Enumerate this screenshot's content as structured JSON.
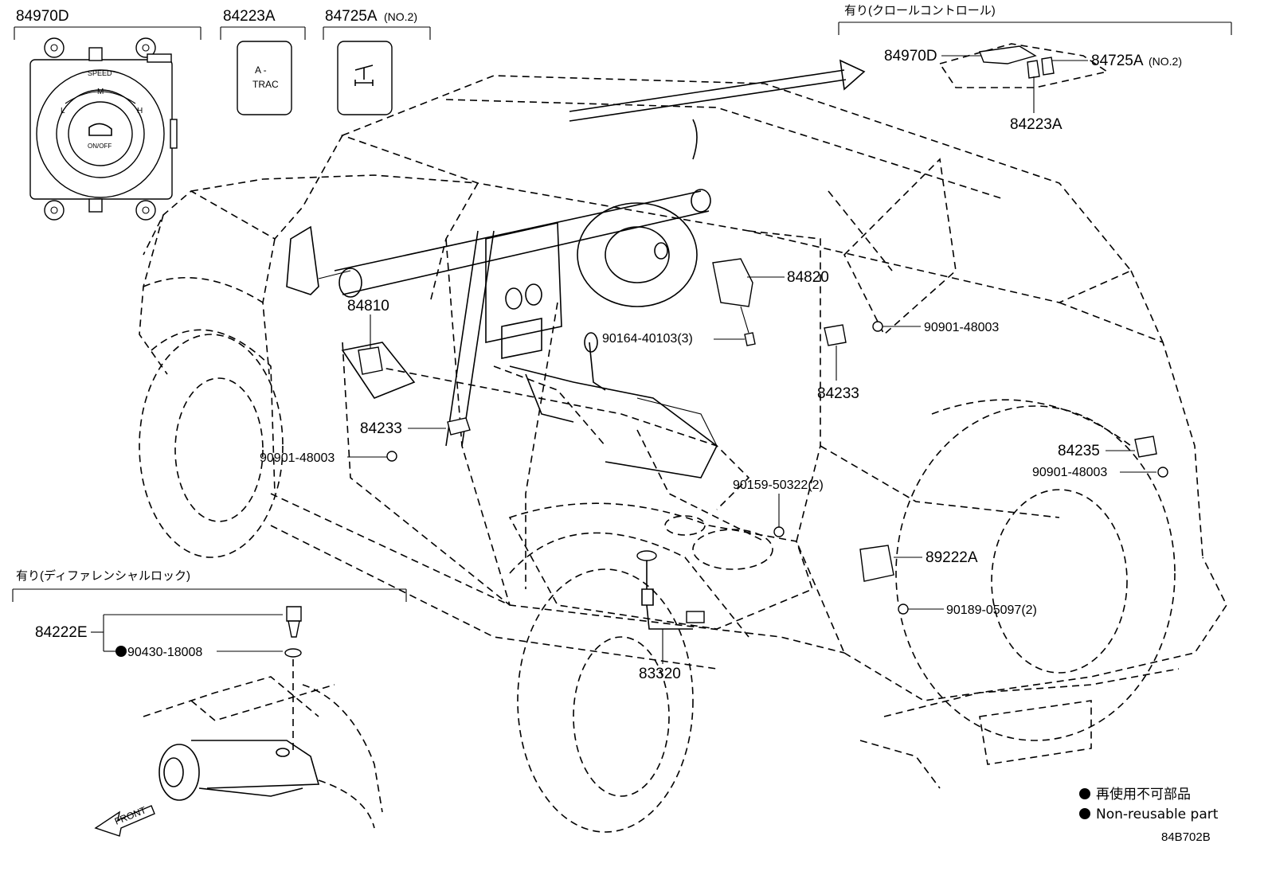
{
  "labels": {
    "p84970D_top": "84970D",
    "p84223A_top": "84223A",
    "p84725A_top": "84725A",
    "no2_top": "(NO.2)",
    "crawl_header": "有り(クロールコントロール)",
    "p84970D_inset": "84970D",
    "p84725A_inset": "84725A",
    "no2_inset": "(NO.2)",
    "p84223A_inset": "84223A",
    "p84820": "84820",
    "p84810": "84810",
    "p90164": "90164-40103(3)",
    "p90901_a": "90901-48003",
    "p84233_a": "84233",
    "p84233_b": "84233",
    "p90901_b": "90901-48003",
    "p84235": "84235",
    "p90901_c": "90901-48003",
    "p90159": "90159-50322(2)",
    "p89222A": "89222A",
    "p90189": "90189-05097(2)",
    "p83320": "83320",
    "diff_header": "有り(ディファレンシャルロック)",
    "p84222E": "84222E",
    "p90430": "90430-18008",
    "front": "FRONT",
    "diagram_code": "84B702B"
  },
  "switch_text": {
    "speed": "SPEED",
    "l": "L",
    "m": "M",
    "h": "H",
    "onoff": "ON/OFF",
    "atrac_1": "A -",
    "atrac_2": "TRAC"
  },
  "legend": {
    "item1": "再使用不可部品",
    "item2": "Non-reusable part"
  }
}
